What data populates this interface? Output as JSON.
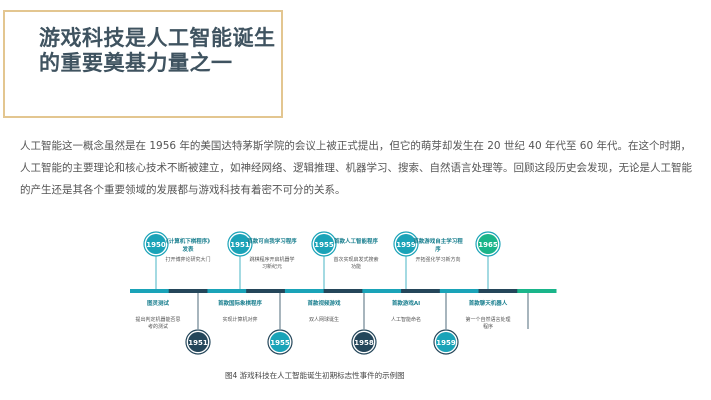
{
  "title": "游戏科技是人工智能诞生的重要奠基力量之一",
  "paragraph": "人工智能这一概念虽然是在 1956 年的美国达特茅斯学院的会议上被正式提出，但它的萌芽却发生在 20 世纪 40 年代至 60 年代。在这个时期，人工智能的主要理论和核心技术不断被建立，如神经网络、逻辑推理、机器学习、搜索、自然语言处理等。回顾这段历史会发现，无论是人工智能的产生还是其各个重要领域的发展都与游戏科技有着密不可分的关系。",
  "caption": "图4 游戏科技在人工智能诞生初期标志性事件的示例图",
  "timeline": {
    "segment_colors": [
      "#1aa3b8",
      "#24465a",
      "#1aa3b8",
      "#24465a",
      "#1aa3b8",
      "#24465a",
      "#1aa3b8",
      "#24465a",
      "#1aa3b8",
      "#24465a",
      "#1ab58a"
    ],
    "top_events": [
      {
        "year": "1950",
        "title": "《计算机下棋程序》发表",
        "desc": "打开博弈论研究大门"
      },
      {
        "year": "1951",
        "title": "首款可自我学习程序",
        "desc": "跳棋程序开启机器学习新纪元"
      },
      {
        "year": "1955",
        "title": "首款人工智能程序",
        "desc": "首次实现启发式搜索功能"
      },
      {
        "year": "1959",
        "title": "首款游戏自主学习程序",
        "desc": "开拓强化学习新方向"
      },
      {
        "year": "1965",
        "title": "",
        "desc": ""
      }
    ],
    "bottom_events": [
      {
        "year": "1951",
        "title": "图灵测试",
        "desc": "提出判定机器能否思考的测试"
      },
      {
        "year": "1955",
        "title": "首款国际象棋程序",
        "desc": "实现计算机对弈"
      },
      {
        "year": "1958",
        "title": "首款视频游戏",
        "desc": "双人网球诞生"
      },
      {
        "year": "1959",
        "title": "首款游戏AI",
        "desc": "人工智能命名"
      },
      {
        "year": "",
        "title": "首款聊天机器人",
        "desc": "第一个自然语言处理程序"
      }
    ]
  }
}
